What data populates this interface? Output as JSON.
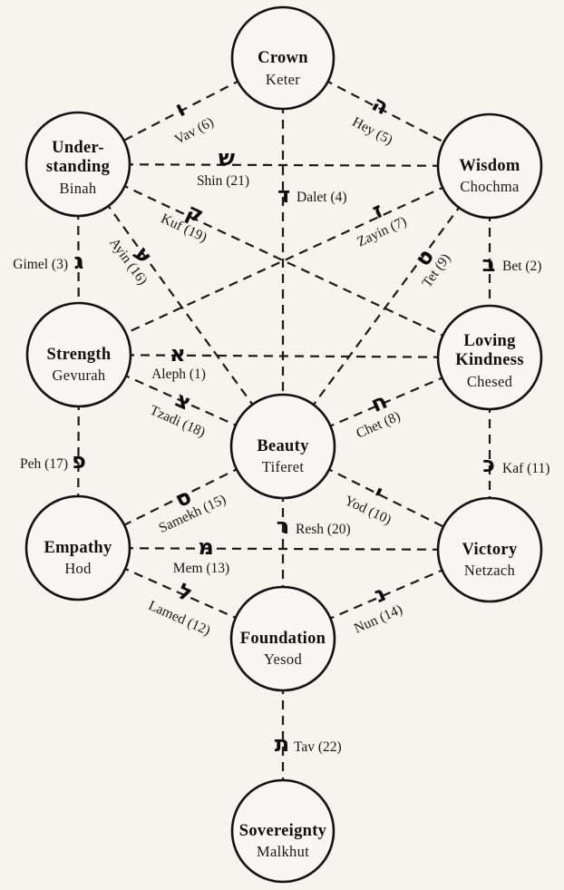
{
  "diagram_type": "kabbalah-tree-of-life",
  "colors": {
    "ink": "#1a1a1a",
    "paper": "#f6f4ef"
  },
  "sephirot": [
    {
      "name1": "Crown",
      "name2": "",
      "translit": "Keter"
    },
    {
      "name1": "Under-",
      "name2": "standing",
      "translit": "Binah"
    },
    {
      "name1": "Wisdom",
      "name2": "",
      "translit": "Chochma"
    },
    {
      "name1": "Strength",
      "name2": "",
      "translit": "Gevurah"
    },
    {
      "name1": "Loving",
      "name2": "Kindness",
      "translit": "Chesed"
    },
    {
      "name1": "Beauty",
      "name2": "",
      "translit": "Tiferet"
    },
    {
      "name1": "Empathy",
      "name2": "",
      "translit": "Hod"
    },
    {
      "name1": "Victory",
      "name2": "",
      "translit": "Netzach"
    },
    {
      "name1": "Foundation",
      "name2": "",
      "translit": "Yesod"
    },
    {
      "name1": "Sovereignty",
      "name2": "",
      "translit": "Malkhut"
    }
  ],
  "paths": [
    {
      "letter": "א",
      "label": "Aleph (1)",
      "from": "Gevurah",
      "to": "Chesed"
    },
    {
      "letter": "ב",
      "label": "Bet (2)",
      "from": "Chochma",
      "to": "Chesed"
    },
    {
      "letter": "ג",
      "label": "Gimel (3)",
      "from": "Binah",
      "to": "Gevurah"
    },
    {
      "letter": "ד",
      "label": "Dalet (4)",
      "from": "Keter",
      "to": "Tiferet"
    },
    {
      "letter": "ה",
      "label": "Hey (5)",
      "from": "Keter",
      "to": "Chochma"
    },
    {
      "letter": "ו",
      "label": "Vav (6)",
      "from": "Keter",
      "to": "Binah"
    },
    {
      "letter": "ז",
      "label": "Zayin (7)",
      "from": "Chochma",
      "to": "Gevurah"
    },
    {
      "letter": "ח",
      "label": "Chet (8)",
      "from": "Chesed",
      "to": "Tiferet"
    },
    {
      "letter": "ט",
      "label": "Tet (9)",
      "from": "Chochma",
      "to": "Tiferet"
    },
    {
      "letter": "י",
      "label": "Yod (10)",
      "from": "Tiferet",
      "to": "Netzach"
    },
    {
      "letter": "כ",
      "label": "Kaf (11)",
      "from": "Chesed",
      "to": "Netzach"
    },
    {
      "letter": "ל",
      "label": "Lamed (12)",
      "from": "Hod",
      "to": "Yesod"
    },
    {
      "letter": "מ",
      "label": "Mem (13)",
      "from": "Hod",
      "to": "Netzach"
    },
    {
      "letter": "נ",
      "label": "Nun (14)",
      "from": "Netzach",
      "to": "Yesod"
    },
    {
      "letter": "ס",
      "label": "Samekh (15)",
      "from": "Tiferet",
      "to": "Hod"
    },
    {
      "letter": "ע",
      "label": "Ayin (16)",
      "from": "Binah",
      "to": "Tiferet"
    },
    {
      "letter": "פ",
      "label": "Peh (17)",
      "from": "Gevurah",
      "to": "Hod"
    },
    {
      "letter": "צ",
      "label": "Tzadi (18)",
      "from": "Gevurah",
      "to": "Tiferet"
    },
    {
      "letter": "ק",
      "label": "Kuf (19)",
      "from": "Binah",
      "to": "Chesed"
    },
    {
      "letter": "ר",
      "label": "Resh (20)",
      "from": "Tiferet",
      "to": "Yesod"
    },
    {
      "letter": "ש",
      "label": "Shin (21)",
      "from": "Binah",
      "to": "Chochma"
    },
    {
      "letter": "ת",
      "label": "Tav (22)",
      "from": "Yesod",
      "to": "Malkhut"
    }
  ]
}
